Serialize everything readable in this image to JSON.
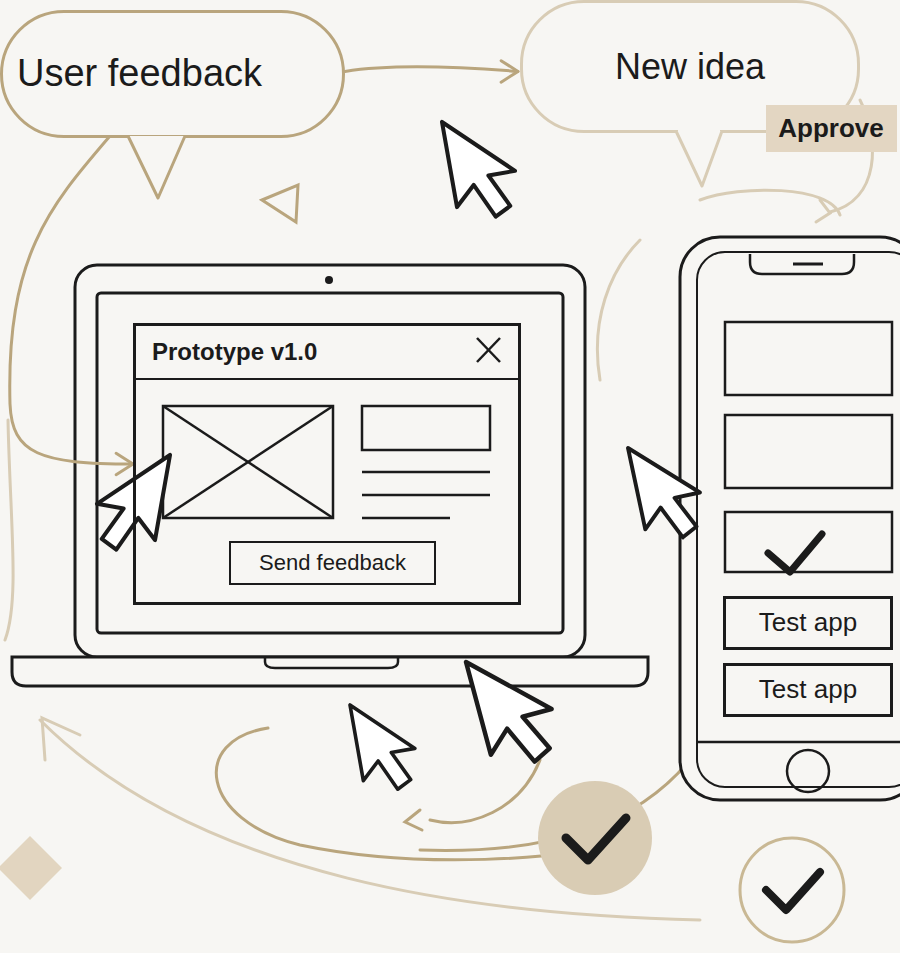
{
  "diagram": {
    "nodes": [
      {
        "text": [
          "User feedback"
        ]
      },
      {
        "text": [
          "New idea"
        ]
      },
      {
        "text": [
          "Approve"
        ]
      },
      {
        "text": [
          "Prototype v1.0"
        ]
      },
      {
        "text": [
          "Send feedback"
        ],
        "in": 3
      },
      {
        "text": [
          "Test app"
        ]
      },
      {
        "text": [
          "Test app"
        ]
      }
    ],
    "edges": [
      {
        "from": 0,
        "to": 1,
        "arrow": "to"
      },
      {
        "from": 0,
        "to": 3,
        "arrow": "to"
      }
    ]
  }
}
